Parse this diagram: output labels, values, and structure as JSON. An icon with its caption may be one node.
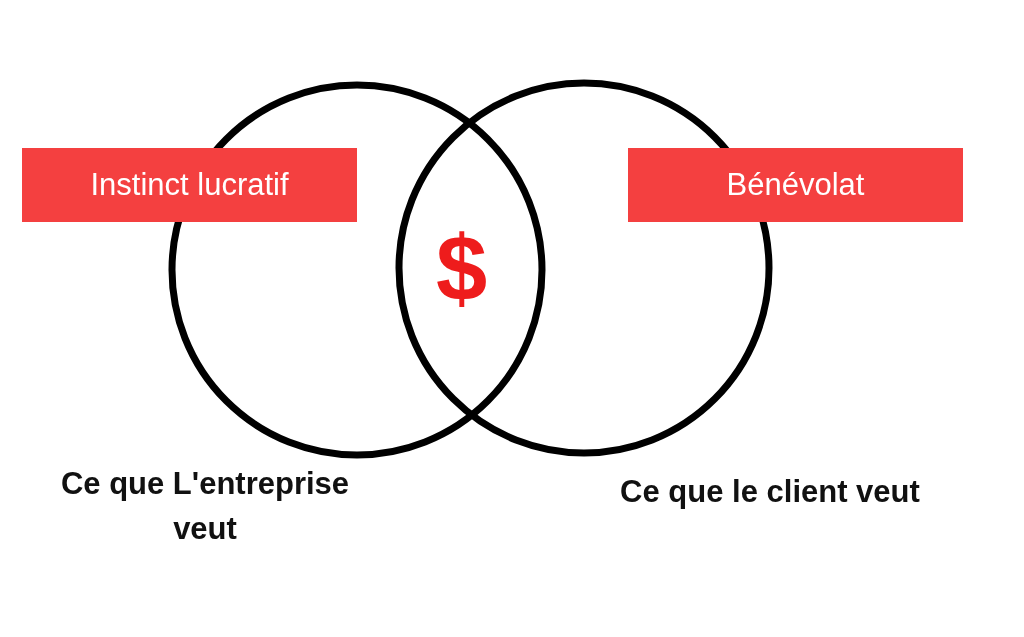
{
  "diagram": {
    "nodes": [
      {
        "text": [],
        "shape": "circle",
        "beside": [
          "Ce que L'entreprise veut"
        ]
      },
      {
        "text": [],
        "shape": "circle",
        "beside": [
          "Ce que le client veut"
        ]
      },
      {
        "text": [
          "Instinct lucratif"
        ]
      },
      {
        "text": [
          "Bénévolat"
        ]
      }
    ],
    "edges": [],
    "labels": [
      "$"
    ]
  }
}
